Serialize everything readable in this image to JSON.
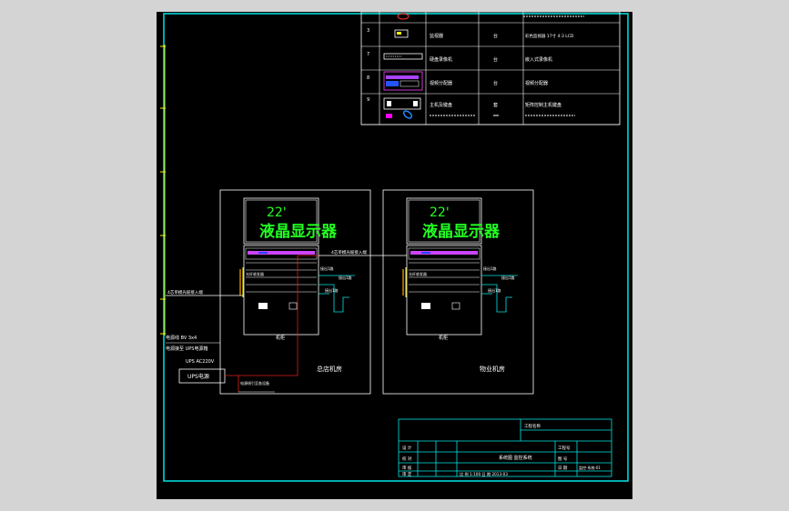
{
  "legend_table": {
    "rows": [
      {
        "no": "3",
        "desc": "监视器",
        "unit": "台",
        "spec": "彩色监视器 17寸 4:3 LCD"
      },
      {
        "no": "7",
        "desc": "硬盘录像机",
        "unit": "台",
        "spec": "嵌入式录像机"
      },
      {
        "no": "8",
        "desc": "视频分配器",
        "unit": "台",
        "spec": "视频分配器"
      },
      {
        "no": "9",
        "desc": "主机及键盘",
        "unit": "套",
        "spec": "矩阵控制主机键盘"
      }
    ]
  },
  "rooms": [
    {
      "name": "总店机房",
      "display_size": "22'",
      "display_label": "液晶显示器",
      "cable_label": "4芯单模光缆接入端",
      "cabinet_label": "机柜",
      "out_label_1": "接出1路",
      "out_label_2": "接出1路",
      "out_label_3": "接出1路",
      "device_label": "光纤收发器"
    },
    {
      "name": "物业机房",
      "display_size": "22'",
      "display_label": "液晶显示器",
      "cable_label": "4芯单模光缆接入端",
      "cabinet_label": "机柜",
      "out_label_1": "接出1路",
      "out_label_2": "接出1路",
      "out_label_3": "接出1路",
      "device_label": "光纤收发器"
    }
  ],
  "power": {
    "label_1": "电源线 BV 3x4",
    "label_2": "电源接至 UPS电源箱",
    "label_3": "UPS AC220V",
    "box_label": "UPS电源",
    "branch_label": "电源线引至各设备"
  },
  "title_block": {
    "project_label": "工程名称",
    "drawing_title": "系统图 监控系统",
    "rows": [
      "设 计",
      "校 对",
      "审 核",
      "审 定"
    ],
    "right_labels": [
      "工程号",
      "图 号",
      "日 期"
    ],
    "scale": "比 例 1:100 日 期 2013-03",
    "drawing_no": "监控-系统-01"
  },
  "colors": {
    "sheet": "#000000",
    "border": "#00e5e5",
    "white": "#ffffff",
    "green": "#22ff22",
    "magenta": "#ff44ff",
    "red": "#e02020",
    "yellow": "#ffff00"
  }
}
